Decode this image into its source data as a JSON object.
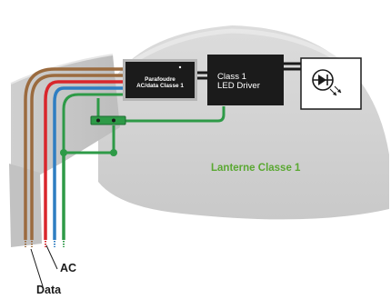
{
  "diagram": {
    "surge_arrester": {
      "title": "Parafoudre\nAC/data Classe 1"
    },
    "led_driver": {
      "title": "Class 1\nLED Driver"
    },
    "enclosure": {
      "title": "Lanterne Classe 1"
    },
    "labels": {
      "ac": "AC",
      "data": "Data"
    },
    "icons": {
      "led": "led-diode-icon"
    },
    "colors": {
      "wire_brown": "#9b6b3f",
      "wire_red": "#d9262c",
      "wire_blue": "#2f7ec2",
      "wire_green": "#2e9a47",
      "lanterne_text": "#5aa832",
      "box_fill": "#1b1b1b"
    }
  }
}
